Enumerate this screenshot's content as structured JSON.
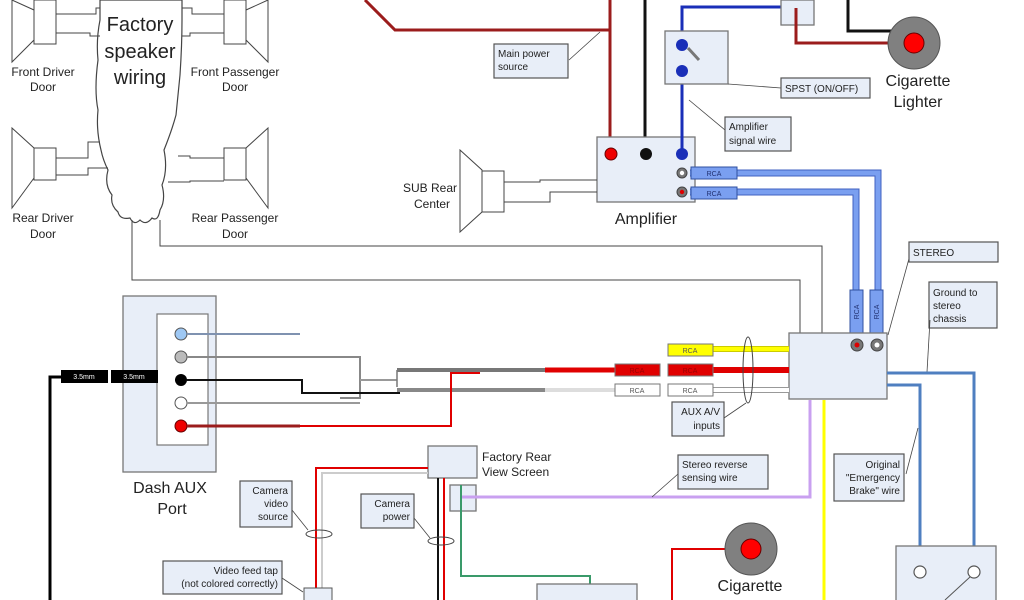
{
  "title": "Car stereo / amplifier / rear view camera wiring diagram",
  "colors": {
    "power_dark_red": "#9b1c1c",
    "ground_black": "#111111",
    "signal_blue": "#1a2fb8",
    "rca_blue": "#6f94e6",
    "aux_red": "#e00000",
    "aux_yellow": "#ffff00",
    "reverse_purple": "#c9a0f0",
    "ebrake_blue": "#4f7fc0",
    "camera_green": "#3a9a6a",
    "box_fill": "#e8eef8"
  },
  "speakers": {
    "front_driver": [
      "Front Driver",
      "Door"
    ],
    "front_passenger": [
      "Front Passenger",
      "Door"
    ],
    "rear_driver": [
      "Rear Driver",
      "Door"
    ],
    "rear_passenger": [
      "Rear Passenger",
      "Door"
    ],
    "sub": [
      "SUB Rear",
      "Center"
    ]
  },
  "factory_wiring": [
    "Factory",
    "speaker",
    "wiring"
  ],
  "components": {
    "amplifier": "Amplifier",
    "stereo": "STEREO",
    "cigarette_lighter_top": [
      "Cigarette",
      "Lighter"
    ],
    "cigarette_lighter_bottom": "Cigarette",
    "dash_aux": [
      "Dash AUX",
      "Port"
    ],
    "rear_view_screen": [
      "Factory Rear",
      "View Screen"
    ]
  },
  "callouts": {
    "main_power": [
      "Main power",
      "source"
    ],
    "spst": "SPST (ON/OFF)",
    "amp_signal": [
      "Amplifier",
      "signal wire"
    ],
    "ground_stereo": [
      "Ground to",
      "stereo",
      "chassis"
    ],
    "aux_av": [
      "AUX A/V",
      "inputs"
    ],
    "reverse_sensing": [
      "Stereo reverse",
      "sensing wire"
    ],
    "ebrake": [
      "Original",
      "\"Emergency",
      "Brake\" wire"
    ],
    "camera_video": [
      "Camera",
      "video",
      "source"
    ],
    "camera_power": [
      "Camera",
      "power"
    ],
    "video_tap": [
      "Video feed tap",
      "(not colored correctly)"
    ]
  },
  "connector_tags": {
    "rca": "RCA",
    "jack": "3.5mm"
  }
}
